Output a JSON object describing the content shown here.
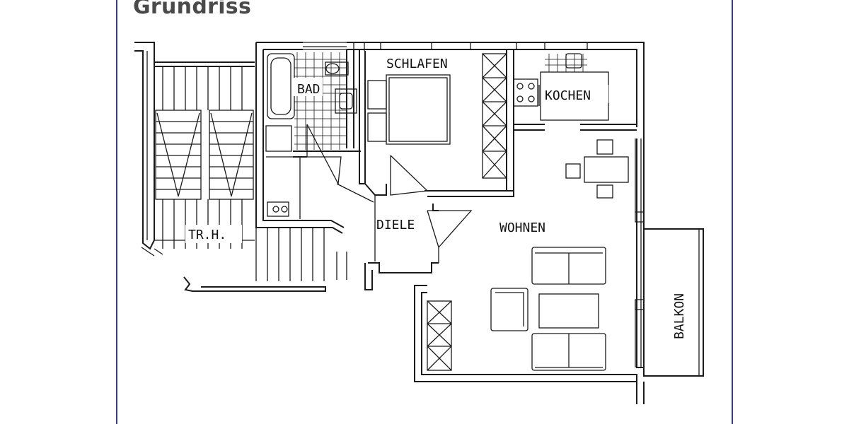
{
  "header": {
    "title": "Grundriss"
  },
  "rooms": {
    "bad": "BAD",
    "schlafen": "SCHLAFEN",
    "kochen": "KOCHEN",
    "diele": "DIELE",
    "wohnen": "WOHNEN",
    "balkon": "BALKON",
    "treppenhaus": "TR.H."
  },
  "colors": {
    "frame": "#3b3f86",
    "title": "#4a4a4a",
    "lines": "#1a1a1a"
  }
}
